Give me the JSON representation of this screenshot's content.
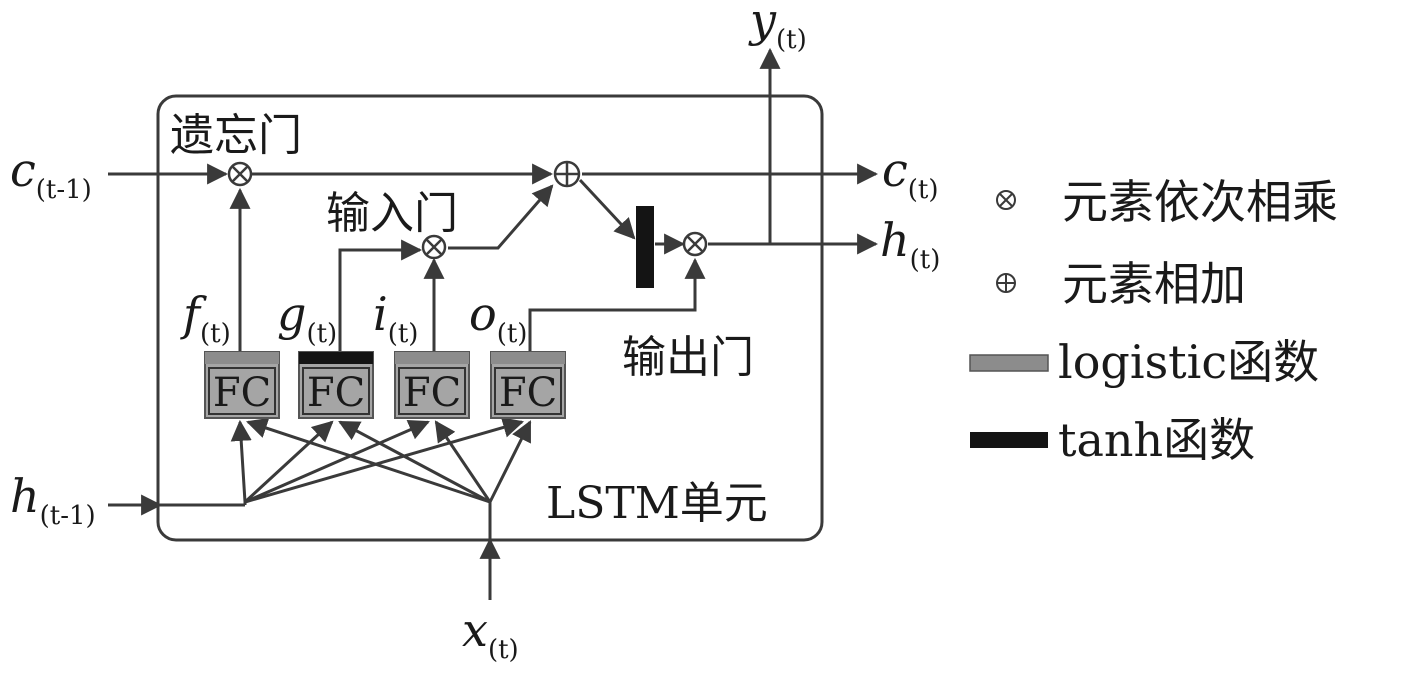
{
  "cell": {
    "title": "LSTM单元",
    "forget_gate_label": "遗忘门",
    "input_gate_label": "输入门",
    "output_gate_label": "输出门"
  },
  "io": {
    "c_prev": {
      "main": "c",
      "sub": "(t-1)"
    },
    "h_prev": {
      "main": "h",
      "sub": "(t-1)"
    },
    "x_t": {
      "main": "x",
      "sub": "(t)"
    },
    "c_t": {
      "main": "c",
      "sub": "(t)"
    },
    "h_t": {
      "main": "h",
      "sub": "(t)"
    },
    "y_t": {
      "main": "y",
      "sub": "(t)"
    }
  },
  "fc_layers": [
    {
      "gate": "f",
      "sub": "(t)",
      "label": "FC",
      "activation": "logistic"
    },
    {
      "gate": "g",
      "sub": "(t)",
      "label": "FC",
      "activation": "tanh"
    },
    {
      "gate": "i",
      "sub": "(t)",
      "label": "FC",
      "activation": "logistic"
    },
    {
      "gate": "o",
      "sub": "(t)",
      "label": "FC",
      "activation": "logistic"
    }
  ],
  "operators": {
    "multiply_symbol": "⊗",
    "add_symbol": "⊕"
  },
  "legend": [
    {
      "symbol": "⊗",
      "text": "元素依次相乘"
    },
    {
      "symbol": "⊕",
      "text": "元素相加"
    },
    {
      "swatch": "logistic",
      "text": "logistic函数"
    },
    {
      "swatch": "tanh",
      "text": "tanh函数"
    }
  ],
  "colors": {
    "line": "#3a3a3a",
    "fc_fill": "#a5a5a5",
    "logistic": "#8c8c8c",
    "tanh": "#141414"
  }
}
